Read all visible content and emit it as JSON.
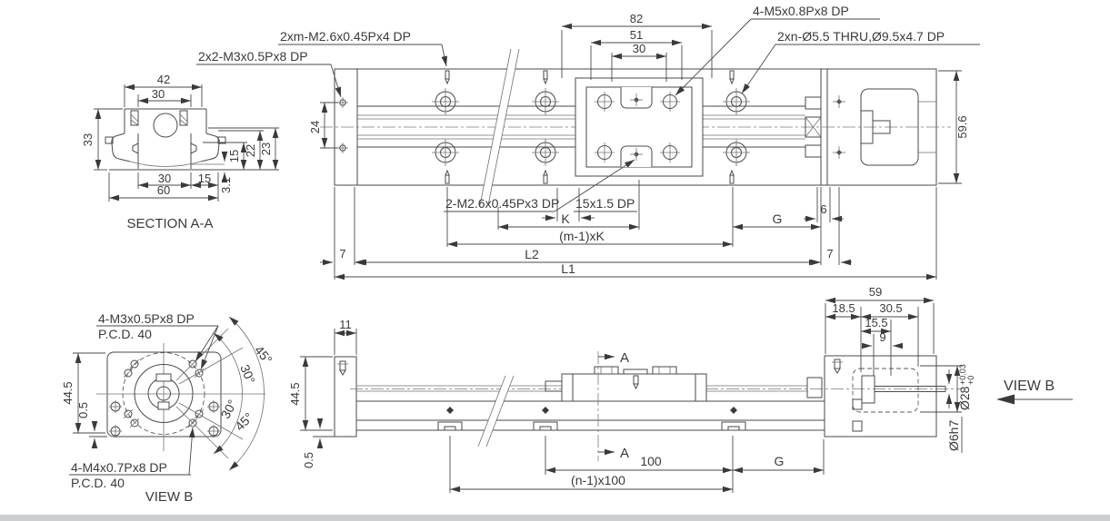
{
  "app": {
    "type": "cad-technical-drawing",
    "background": "#ffffff",
    "line_color": "#4a4a4a",
    "text_color": "#3a3a3a"
  },
  "plan_view": {
    "callouts": {
      "top_screws": "2xm-M2.6x0.45Px4 DP",
      "end_holes": "2x2-M3x0.5Px8 DP",
      "carriage_holes": "4-M5x0.8Px8 DP",
      "counterbore": "2xn-Ø5.5 THRU,Ø9.5x4.7 DP",
      "center_holes": "2-M2.6x0.45Px3 DP",
      "slot": "15x1.5 DP"
    },
    "dims": {
      "width_82": "82",
      "width_51": "51",
      "width_30": "30",
      "height_24": "24",
      "height_59_6": "59.6",
      "gap_6": "6",
      "pitch_k": "K",
      "dist_g": "G",
      "pitch_total": "(m-1)xK",
      "end_7_left": "7",
      "end_7_right": "7",
      "length_l2": "L2",
      "length_l1": "L1"
    }
  },
  "section_view": {
    "label": "SECTION A-A",
    "dims": {
      "w42": "42",
      "w30_top": "30",
      "h33": "33",
      "h15": "15",
      "h22": "22",
      "h23": "23",
      "w30_bottom": "30",
      "w15_bottom": "15",
      "h3_1": "3.1",
      "w60": "60"
    }
  },
  "flange_view": {
    "label": "VIEW B",
    "callout_m3": "4-M3x0.5Px8 DP",
    "pcd_top": "P.C.D. 40",
    "callout_m4": "4-M4x0.7Px8 DP",
    "pcd_bottom": "P.C.D. 40",
    "dims": {
      "h44_5": "44.5",
      "h0_5": "0.5",
      "angle_45_top": "45°",
      "angle_30_top": "30°",
      "angle_30_bottom": "30°",
      "angle_45_bottom": "45°"
    }
  },
  "side_view": {
    "section_marker_top": "A",
    "section_marker_bottom": "A",
    "dims": {
      "w11": "11",
      "h44_5": "44.5",
      "h0_5": "0.5",
      "pitch_100": "100",
      "pitch_total": "(n-1)x100",
      "dist_g": "G"
    }
  },
  "motor_view": {
    "label": "VIEW B",
    "dims": {
      "w59": "59",
      "w18_5": "18.5",
      "w30_5": "30.5",
      "w15_5": "15.5",
      "w9": "9",
      "shaft_dia": "Ø6h7",
      "pilot_dia": "Ø28",
      "pilot_tol_upper": "+0.03",
      "pilot_tol_lower": "+0"
    }
  }
}
